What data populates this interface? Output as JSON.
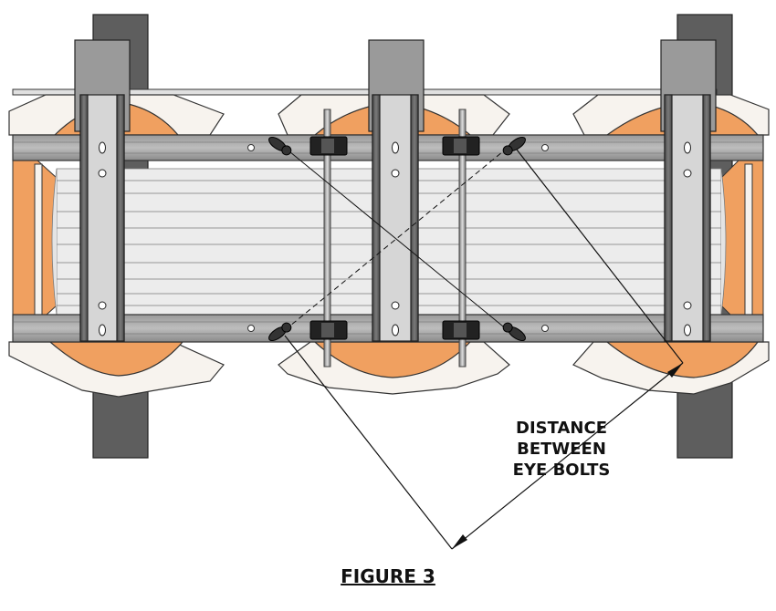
{
  "callout": {
    "line1": "DISTANCE",
    "line2": "BETWEEN",
    "line3": "EYE BOLTS"
  },
  "figure_label": "FIGURE 3",
  "colors": {
    "steel_dark": "#5a5a5a",
    "steel_mid": "#8e8e8e",
    "steel_light": "#bdbdbd",
    "steel_face": "#d6d6d6",
    "pipe_interior": "#ececec",
    "wrap_orange": "#f0a060",
    "wrap_white": "#f7f3ee",
    "line_black": "#111111",
    "block_black": "#222222"
  },
  "icons": [
    "eye-bolt-icon",
    "rubber-block-icon",
    "threaded-rod-icon"
  ]
}
